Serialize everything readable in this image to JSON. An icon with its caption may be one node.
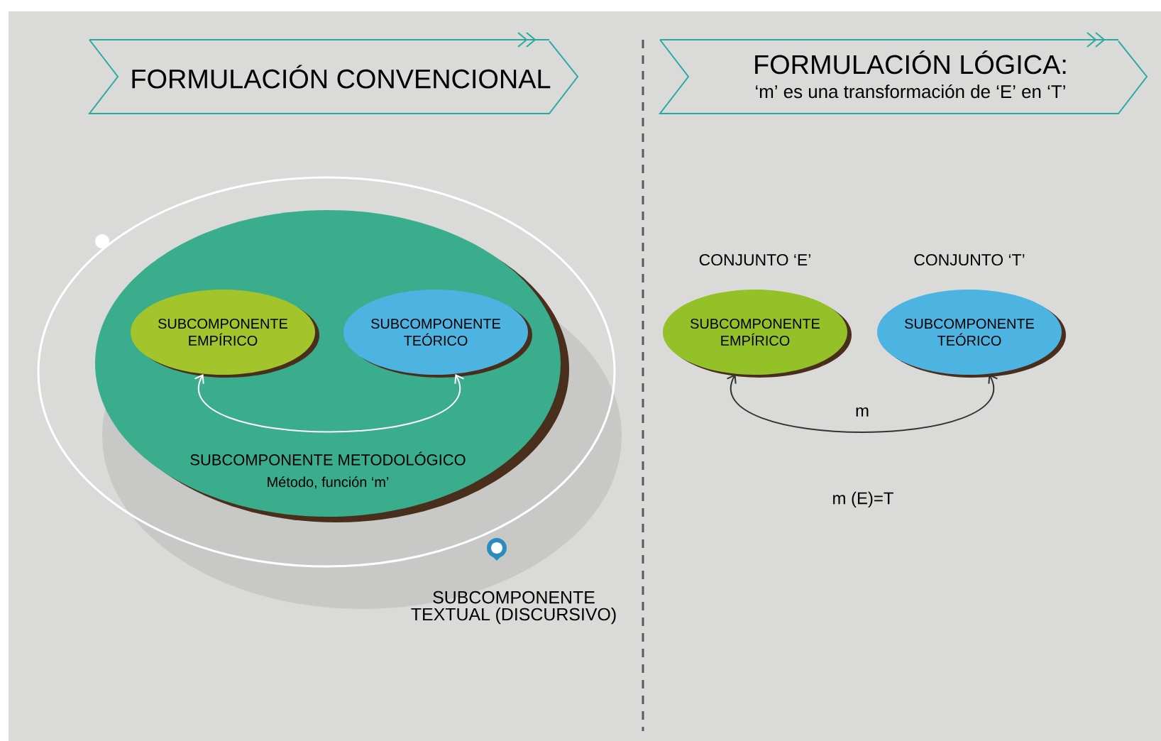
{
  "diagram": {
    "nodes": [
      {
        "text": [
          "FORMULACIÓN CONVENCIONAL"
        ]
      },
      {
        "text": [
          "SUBCOMPONENTE TEXTUAL (DISCURSIVO)"
        ]
      },
      {
        "text": [
          "SUBCOMPONENTE METODOLÓGICO",
          "Método, función ‘m’"
        ],
        "in": 1
      },
      {
        "text": [
          "SUBCOMPONENTE EMPÍRICO"
        ],
        "in": 2
      },
      {
        "text": [
          "SUBCOMPONENTE TEÓRICO"
        ],
        "in": 2
      },
      {
        "text": [
          "FORMULACIÓN LÓGICA:",
          "‘m’ es una transformación de ‘E’ en ‘T’"
        ]
      },
      {
        "text": [
          "SUBCOMPONENTE EMPÍRICO"
        ],
        "beside": [
          "CONJUNTO ‘E’"
        ]
      },
      {
        "text": [
          "SUBCOMPONENTE TEÓRICO"
        ],
        "beside": [
          "CONJUNTO ‘T’"
        ]
      }
    ],
    "edges": [
      {
        "from": 3,
        "to": 4,
        "arrow": "both",
        "color": "#ffffff"
      },
      {
        "from": 6,
        "to": 7,
        "arrow": "both",
        "label": "m",
        "color": "#333333"
      }
    ],
    "labels": [
      "m (E)=T"
    ]
  }
}
